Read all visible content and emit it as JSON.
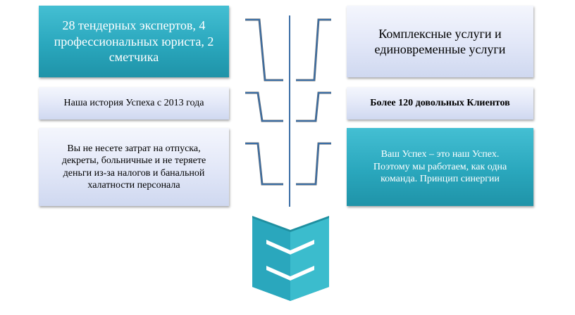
{
  "diagram": {
    "left_boxes": [
      {
        "text": "28 тендерных экспертов, 4 профессиональных юриста, 2 сметчика"
      },
      {
        "text": "Наша история Успеха с 2013 года"
      },
      {
        "text": "Вы не несете затрат на отпуска, декреты, больничные и не теряете деньги из-за налогов и банальной халатности персонала"
      }
    ],
    "right_boxes": [
      {
        "text": "Комплексные услуги и единовременные услуги"
      },
      {
        "text": "Более 120 довольных Клиентов"
      },
      {
        "text": "Ваш Успех – это наш Успех. Поэтому мы работаем, как одна команда. Принцип синергии"
      }
    ],
    "colors": {
      "teal": "#2aa7bd",
      "light": "#e3e8f8",
      "connector": "#3b6ea5",
      "book_front": "#3bbccd",
      "book_back": "#1f8fa0"
    },
    "icon": "book-icon"
  }
}
